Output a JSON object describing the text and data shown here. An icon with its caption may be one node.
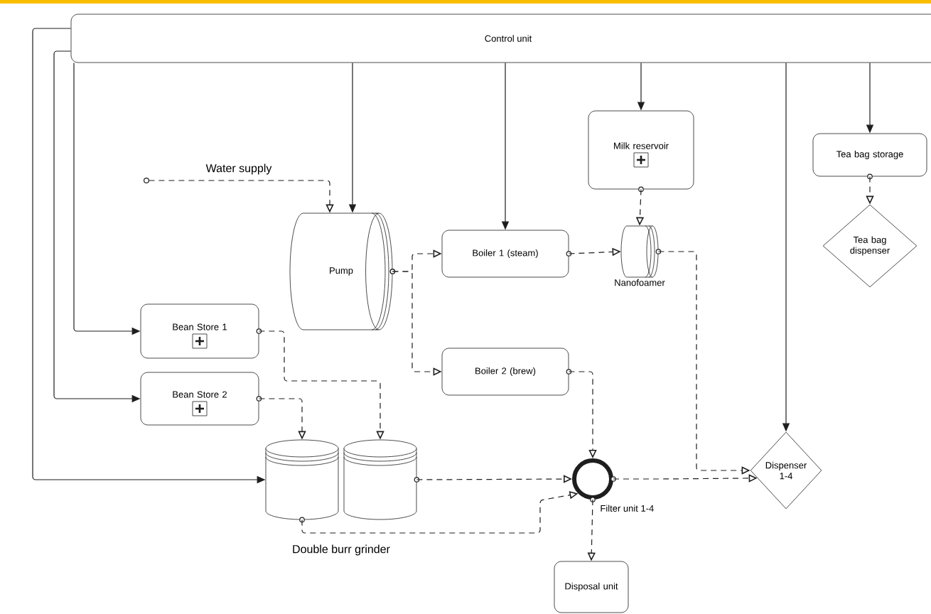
{
  "diagram": {
    "nodes": [
      {
        "text": [
          "Control unit"
        ]
      },
      {
        "text": [
          "Milk reservoir"
        ]
      },
      {
        "text": [
          "Tea bag storage"
        ]
      },
      {
        "text": [
          "Pump"
        ]
      },
      {
        "text": [
          "Boiler 1 (steam)"
        ]
      },
      {
        "text": [],
        "shape": "cylinder",
        "beside": [
          "Nanofoamer"
        ]
      },
      {
        "text": [
          "Tea bag dispenser"
        ]
      },
      {
        "text": [
          "Bean Store 1"
        ]
      },
      {
        "text": [
          "Boiler 2 (brew)"
        ]
      },
      {
        "text": [
          "Bean Store 2"
        ]
      },
      {
        "text": [],
        "shape": "cylinder"
      },
      {
        "text": [],
        "shape": "cylinder"
      },
      {
        "text": [],
        "shape": "circle",
        "beside": [
          "Filter unit 1-4"
        ]
      },
      {
        "text": [
          "Dispenser 1-4"
        ]
      },
      {
        "text": [
          "Disposal unit"
        ]
      },
      {
        "text": [],
        "shape": "circle"
      }
    ],
    "edges": [
      {
        "from": 0,
        "to": 3,
        "arrow": "to"
      },
      {
        "from": 0,
        "to": 4,
        "arrow": "to"
      },
      {
        "from": 0,
        "to": 1,
        "arrow": "to"
      },
      {
        "from": 0,
        "to": 13,
        "arrow": "to"
      },
      {
        "from": 0,
        "to": 2,
        "arrow": "to"
      },
      {
        "from": 0,
        "to": 7,
        "arrow": "to"
      },
      {
        "from": 0,
        "to": 9,
        "arrow": "to"
      },
      {
        "from": 0,
        "to": 10,
        "arrow": "to"
      },
      {
        "from": 15,
        "to": 3,
        "arrow": "to",
        "style": "dashed",
        "label": "Water supply"
      },
      {
        "from": 3,
        "to": 4,
        "arrow": "to",
        "style": "dashed"
      },
      {
        "from": 3,
        "to": 8,
        "arrow": "to",
        "style": "dashed"
      },
      {
        "from": 4,
        "to": 5,
        "arrow": "to",
        "style": "dashed"
      },
      {
        "from": 1,
        "to": 5,
        "arrow": "to",
        "style": "dashed"
      },
      {
        "from": 2,
        "to": 6,
        "arrow": "to",
        "style": "dashed"
      },
      {
        "from": 7,
        "to": 11,
        "arrow": "to",
        "style": "dashed"
      },
      {
        "from": 9,
        "to": 10,
        "arrow": "to",
        "style": "dashed"
      },
      {
        "from": 11,
        "to": 12,
        "arrow": "to",
        "style": "dashed"
      },
      {
        "from": 10,
        "to": 12,
        "arrow": "to",
        "style": "dashed"
      },
      {
        "from": 8,
        "to": 12,
        "arrow": "to",
        "style": "dashed"
      },
      {
        "from": 12,
        "to": 13,
        "arrow": "to",
        "style": "dashed"
      },
      {
        "from": 5,
        "to": 13,
        "arrow": "to",
        "style": "dashed"
      },
      {
        "from": 12,
        "to": 14,
        "arrow": "to",
        "style": "dashed"
      }
    ],
    "labels": [
      "Double burr grinder"
    ]
  }
}
